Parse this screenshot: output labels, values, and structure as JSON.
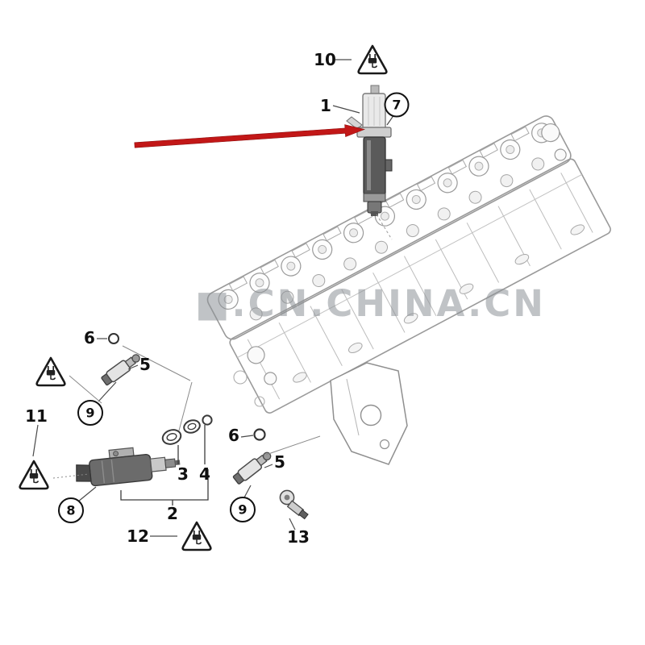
{
  "figure": {
    "type": "exploded-parts-diagram",
    "subject": "engine cylinder head with solenoid valves and sensors"
  },
  "watermark": {
    "text": "■.CN.CHINA.CN"
  },
  "callouts": {
    "plain": {
      "n10": "10",
      "n1": "1",
      "n6_upper": "6",
      "n5_upper": "5",
      "n11": "11",
      "n3": "3",
      "n4": "4",
      "n2": "2",
      "n6_lower": "6",
      "n5_lower": "5",
      "n12": "12",
      "n13": "13"
    },
    "circled": {
      "c7": "7",
      "c9_upper": "9",
      "c8": "8",
      "c9_lower": "9"
    }
  },
  "icons": {
    "hazard_triangle": "electrical-plug-warning-triangle-icon",
    "pointer": "red-arrow-icon"
  },
  "colors": {
    "arrow": "#c21717",
    "watermark": "#8e9398",
    "line_art": "#9a9a9a",
    "label": "#111111"
  }
}
